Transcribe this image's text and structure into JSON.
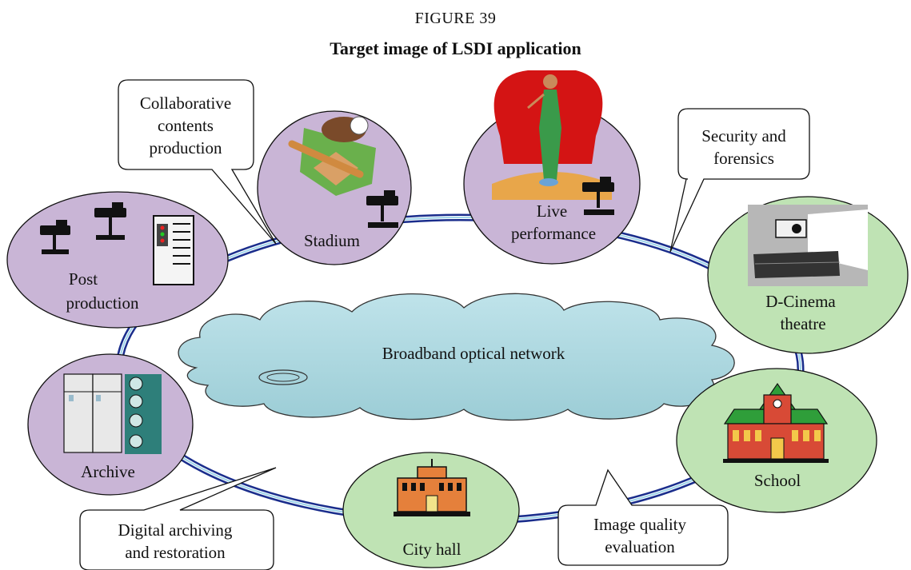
{
  "figure": {
    "number": "FIGURE 39",
    "title": "Target image of LSDI application"
  },
  "network": {
    "label": "Broadband optical network"
  },
  "nodes": {
    "post_production": [
      "Post",
      "production"
    ],
    "stadium": [
      "Stadium"
    ],
    "live_performance": [
      "Live",
      "performance"
    ],
    "d_cinema": [
      "D-Cinema",
      "theatre"
    ],
    "archive": [
      "Archive"
    ],
    "city_hall": [
      "City hall"
    ],
    "school": [
      "School"
    ]
  },
  "callouts": {
    "collaborative": [
      "Collaborative",
      "contents",
      "production"
    ],
    "security": [
      "Security and",
      "forensics"
    ],
    "digital_archiving": [
      "Digital archiving",
      "and restoration"
    ],
    "image_quality": [
      "Image quality",
      "evaluation"
    ]
  },
  "colors": {
    "purple_node": "#c9b5d6",
    "green_node": "#bfe3b4",
    "ring_dark": "#1a2d8c",
    "ring_light": "#9fd4ea",
    "cloud": "#a6d4dc"
  }
}
